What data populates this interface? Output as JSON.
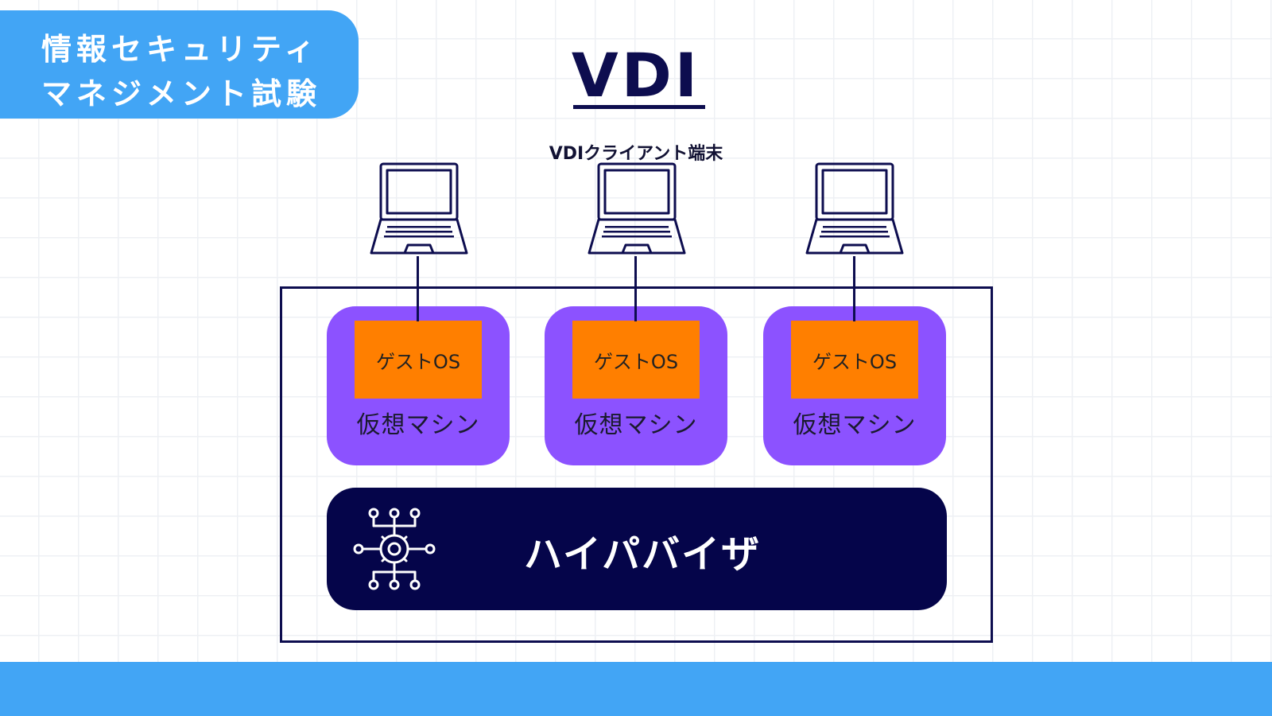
{
  "badge": {
    "line1": "情報セキュリティ",
    "line2": "マネジメント試験"
  },
  "title": "VDI",
  "client_caption": "VDIクライアント端末",
  "vms": [
    {
      "guest": "ゲストOS",
      "label": "仮想マシン"
    },
    {
      "guest": "ゲストOS",
      "label": "仮想マシン"
    },
    {
      "guest": "ゲストOS",
      "label": "仮想マシン"
    }
  ],
  "hypervisor": {
    "label": "ハイパバイザ"
  },
  "icons": {
    "client": "laptop-icon",
    "hypervisor": "gear-network-icon"
  },
  "colors": {
    "accent_blue": "#42a5f5",
    "navy": "#05054a",
    "vm_purple": "#8c52ff",
    "guest_orange": "#ff7f00"
  }
}
